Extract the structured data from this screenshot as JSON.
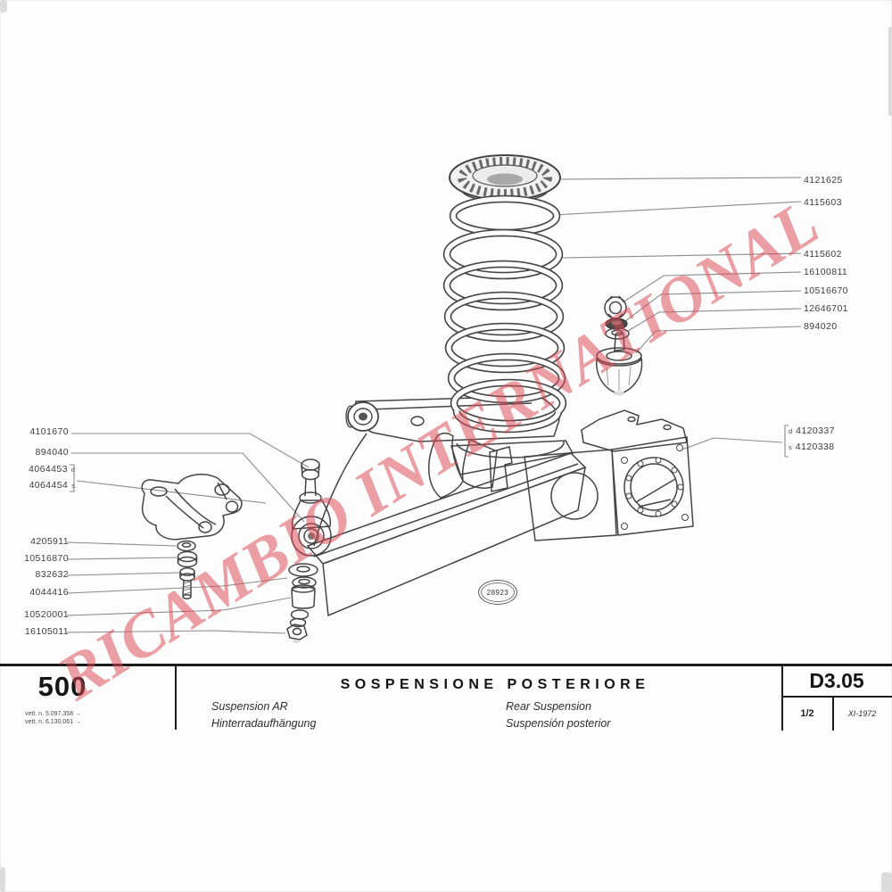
{
  "colors": {
    "watermark_red": "#DA4650",
    "ink": "#3D3D3D"
  },
  "watermark": {
    "text": "RICAMBIO INTERNATIONAL"
  },
  "diagram": {
    "stamp_number": "28923",
    "parts_right": [
      "4121625",
      "4115603",
      "4115602",
      "16100811",
      "10516670",
      "12646701",
      "894020"
    ],
    "parts_right_pair": [
      {
        "side": "d",
        "number": "4120337"
      },
      {
        "side": "s",
        "number": "4120338"
      }
    ],
    "parts_left_upper": [
      "4101670",
      "894040"
    ],
    "parts_left_pair": [
      {
        "number": "4064453",
        "side": "d"
      },
      {
        "number": "4064454",
        "side": "s"
      }
    ],
    "parts_left_lower": [
      "4205911",
      "10516870",
      "832632",
      "4044416",
      "10520001",
      "16105011"
    ]
  },
  "footer": {
    "model": "500",
    "variant_notes": [
      "vett. n. 5.097.358 →",
      "vett. n. 6.130.061 →"
    ],
    "title": "SOSPENSIONE POSTERIORE",
    "subtitles": {
      "fr": "Suspension AR",
      "de": "Hinterradaufhängung",
      "en": "Rear Suspension",
      "es": "Suspensión posterior"
    },
    "code": "D3.05",
    "sheet": "1/2",
    "date": "XI-1972"
  }
}
